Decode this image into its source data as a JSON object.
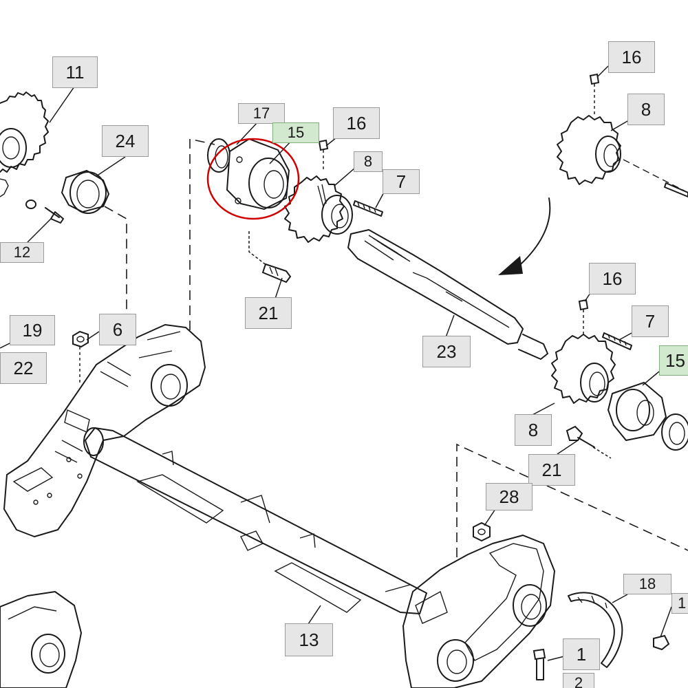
{
  "colors": {
    "callout_fill": "#e6e6e6",
    "callout_highlight_fill": "#d2e8cf",
    "highlight_circle": "#d00000",
    "line": "#1a1a1a"
  },
  "callouts": {
    "c11": "11",
    "c24": "24",
    "c12": "12",
    "c19": "19",
    "c22": "22",
    "c6": "6",
    "c17": "17",
    "c15_top": "15",
    "c16_top": "16",
    "c8_top": "8",
    "c7_top": "7",
    "c21_top": "21",
    "c23": "23",
    "c16_right_top": "16",
    "c8_right_top": "8",
    "c16_mid": "16",
    "c7_mid": "7",
    "c15_right": "15",
    "c8_lower": "8",
    "c21_lower": "21",
    "c28": "28",
    "c18": "18",
    "c13": "13",
    "c1": "1",
    "c2": "2",
    "c1_edge": "1"
  }
}
